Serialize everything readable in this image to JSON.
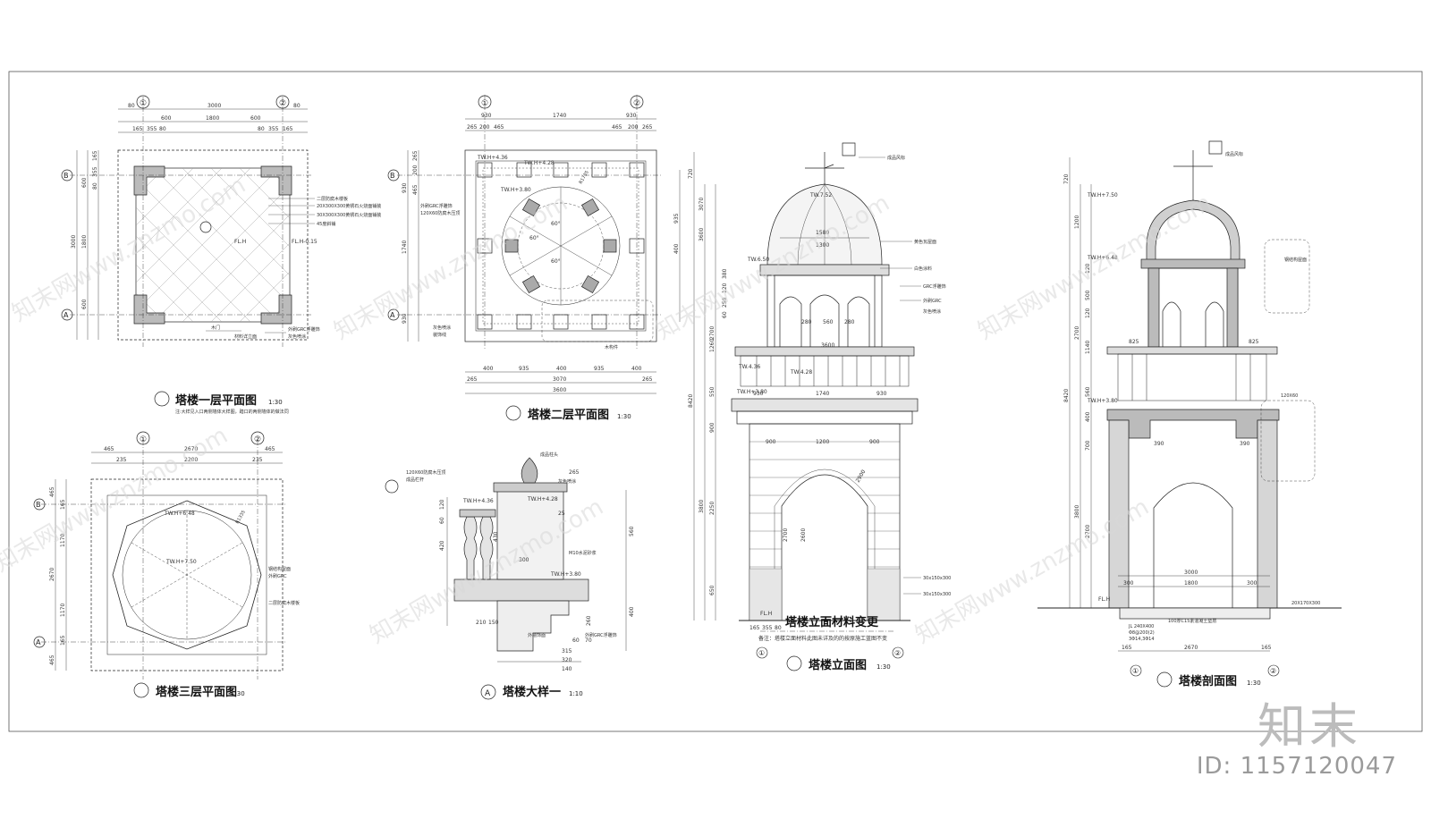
{
  "titles": {
    "plan1": "塔楼一层平面图",
    "plan1_scale": "1:30",
    "plan1_note": "注:大样见入口两侧墙体大样图，踏口的两侧墙体的做法同",
    "plan2": "塔楼二层平面图",
    "plan2_scale": "1:30",
    "plan3": "塔楼三层平面图",
    "plan3_scale": "1:30",
    "detail": "塔楼大样一",
    "detail_scale": "1:10",
    "elev": "塔楼立面图",
    "elev_scale": "1:30",
    "section": "塔楼剖面图",
    "section_scale": "1:30",
    "material_change": "塔楼立面材料变更",
    "material_note": "备注：塔楼立面材料此图未详及的的按原施工蓝图不变"
  },
  "axes": {
    "a1": "①",
    "a2": "②",
    "aA": "A",
    "aB": "B"
  },
  "plan1": {
    "dims_top": [
      "3000",
      "80",
      "600",
      "1800",
      "600",
      "80",
      "165",
      "355",
      "80",
      "80",
      "355",
      "165"
    ],
    "dims_left": [
      "3000",
      "1800",
      "600",
      "600",
      "165",
      "355",
      "80"
    ],
    "fl": "FL.H",
    "fl2": "FL.H-0.15",
    "notes": [
      "20X300X300黄锈石火烧面铺装",
      "30X300X300黄锈石火烧面铺装",
      "45度斜铺",
      "二层防腐木楼板",
      "外刷GRC浮雕饰",
      "灰色喷涂",
      "木门",
      "材料详立面"
    ]
  },
  "plan2": {
    "dims_top": [
      "930",
      "1740",
      "930",
      "265",
      "200",
      "465",
      "465",
      "200",
      "265"
    ],
    "dims_bottom": [
      "400",
      "935",
      "400",
      "935",
      "400",
      "3070",
      "265",
      "3600",
      "265"
    ],
    "dims_left": [
      "930",
      "1740",
      "930",
      "200",
      "265",
      "465",
      "935",
      "400"
    ],
    "levels": [
      "TW.H+4.36",
      "TW.H+4.28",
      "TW.H+3.80"
    ],
    "angles": [
      "60°",
      "60°",
      "60°"
    ],
    "radius": "R1735",
    "notes": [
      "外刷GRC浮雕饰",
      "120X60防腐木压顶",
      "灰色喷涂",
      "装饰线",
      "木构件"
    ]
  },
  "plan3": {
    "dims_top": [
      "465",
      "2670",
      "465",
      "235",
      "2200",
      "235"
    ],
    "dims_left": [
      "465",
      "165",
      "1170",
      "2670",
      "1170",
      "165",
      "465"
    ],
    "levels": [
      "TW.H+6.48",
      "TW.H+7.50"
    ],
    "radius": "R1335",
    "notes": [
      "钢结构屋面",
      "二层防腐木楼板",
      "外刷GRC"
    ]
  },
  "detail": {
    "levels": [
      "TW.H+4.36",
      "TW.H+4.28",
      "TW.H+3.80"
    ],
    "dims": [
      "265",
      "120",
      "60",
      "25",
      "300",
      "430",
      "560",
      "420",
      "260",
      "400",
      "210",
      "150",
      "315",
      "320",
      "140",
      "60",
      "70"
    ],
    "notes": [
      "120X60防腐木压顶",
      "成品柱头",
      "成品栏杆",
      "灰色喷涂",
      "外刷GRC浮雕饰",
      "M10水泥砂浆",
      "外墙饰面"
    ]
  },
  "elev": {
    "levels": [
      "TW.7.52",
      "TW.6.50",
      "TW.4.36",
      "TW.4.28",
      "TW.H+3.80",
      "FL.H"
    ],
    "dims_right": [
      "720",
      "3600",
      "3070",
      "2700",
      "1260",
      "550",
      "900",
      "8420",
      "3800",
      "2250",
      "650",
      "380",
      "120",
      "250",
      "60"
    ],
    "dims_mid": [
      "1580",
      "1300",
      "280",
      "560",
      "280",
      "3600",
      "930",
      "1740",
      "930",
      "900",
      "1200",
      "900",
      "2700",
      "2600",
      "2900",
      "165",
      "355",
      "80"
    ],
    "notes": [
      "成品风标",
      "黄色瓦屋面",
      "白色涂料",
      "GRC浮雕饰",
      "外刷GRC",
      "灰色喷涂",
      "30x150x300",
      "30x150x300"
    ]
  },
  "section": {
    "levels": [
      "TW.H+7.50",
      "TW.H+6.48",
      "TW.H+3.80",
      "FL.H"
    ],
    "dims_left": [
      "720",
      "1200",
      "120",
      "500",
      "120",
      "2700",
      "1140",
      "560",
      "400",
      "700",
      "3800",
      "8420",
      "2700"
    ],
    "dims_bottom": [
      "3000",
      "1800",
      "390",
      "300",
      "165",
      "2670",
      "165",
      "825",
      "825",
      "300",
      "390"
    ],
    "notes": [
      "成品风标",
      "钢结构屋面",
      "120X60",
      "20X170X300",
      "100厚C15素混凝土垫层",
      "JL 240X400",
      "3Φ14,3Φ14",
      "Φ8@200(2)"
    ]
  },
  "brand": "知末",
  "id_text": "ID: 1157120047",
  "watermark": "知末网www.znzmo.com"
}
